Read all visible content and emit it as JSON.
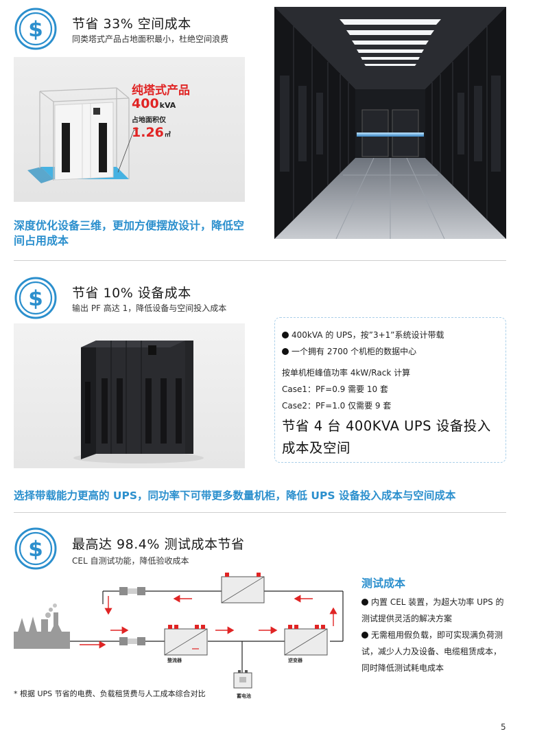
{
  "section1": {
    "title": "节省 33% 空间成本",
    "subtitle": "同类塔式产品占地面积最小，杜绝空间浪费",
    "image_red_title": "纯塔式产品",
    "image_power_value": "400",
    "image_power_unit": "kVA",
    "image_area_label": "占地面积仅",
    "image_area_value": "1.26",
    "image_area_unit": "㎡",
    "blue_text": "深度优化设备三维，更加方便摆放设计，降低空间占用成本"
  },
  "section2": {
    "title": "节省 10% 设备成本",
    "subtitle": "输出 PF 高达 1，降低设备与空间投入成本",
    "box": {
      "bullet1": "400kVA 的 UPS，按”3+1”系统设计带载",
      "bullet2": "一个拥有 2700 个机柜的数据中心",
      "line1": "按单机柜峰值功率 4kW/Rack 计算",
      "line2": "Case1：PF=0.9 需要 10 套",
      "line3": "Case2：PF=1.0 仅需要 9 套",
      "big_text": "节省 4 台 400KVA UPS 设备投入成本及空间"
    },
    "blue_text": "选择带载能力更高的 UPS，同功率下可带更多数量机柜，降低 UPS 设备投入成本与空间成本"
  },
  "section3": {
    "title": "最高达 98.4% 测试成本节省",
    "subtitle": "CEL 自测试功能，降低验收成本",
    "side_title": "测试成本",
    "para1": "内置 CEL 装置，为超大功率 UPS 的测试提供灵活的解决方案",
    "para2": "无需租用假负载，即可实现满负荷测试，减少人力及设备、电缆租赁成本，同时降低测试耗电成本",
    "diagram": {
      "rectifier_label": "整流器",
      "inverter_label": "逆变器",
      "battery_label": "蓄电池"
    },
    "footnote": "* 根据 UPS 节省的电费、负载租赁费与人工成本综合对比"
  },
  "page_number": "5",
  "colors": {
    "accent_blue": "#2b8fcd",
    "highlight_red": "#e02424",
    "arrow_red": "#e02424",
    "floor_blue": "#29a8e0"
  },
  "icons": [
    "dollar-circle-icon"
  ]
}
